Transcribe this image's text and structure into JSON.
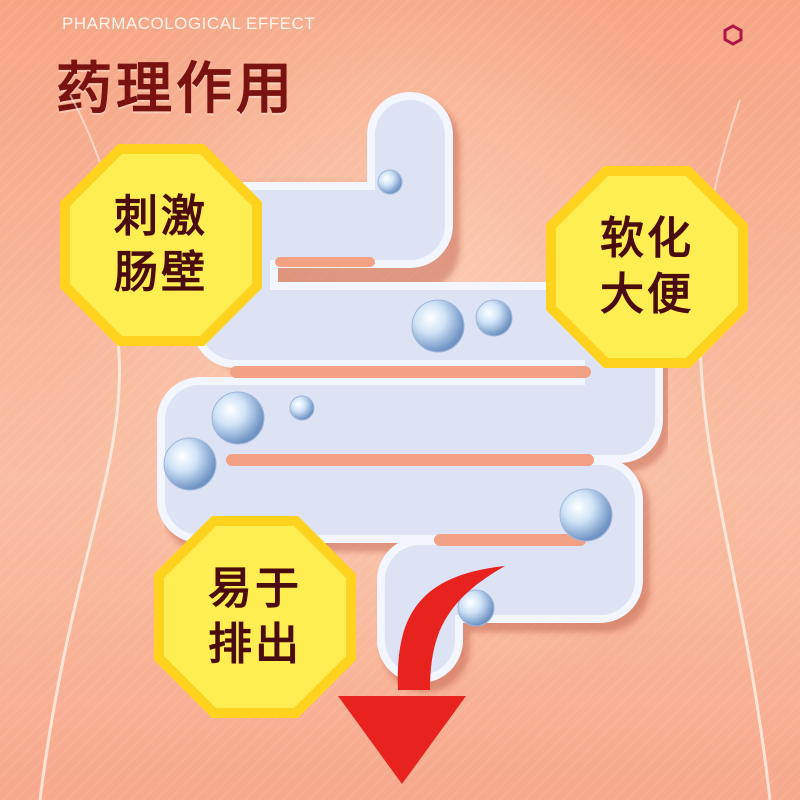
{
  "header": {
    "subtitle": "PHARMACOLOGICAL EFFECT",
    "title": "药理作用"
  },
  "badges": [
    {
      "line1": "刺激",
      "line2": "肠壁"
    },
    {
      "line1": "软化",
      "line2": "大便"
    },
    {
      "line1": "易于",
      "line2": "排出"
    }
  ],
  "colors": {
    "title": "#7a1212",
    "badge_fill": "#ffe83a",
    "badge_text": "#4a0c0c",
    "arrow": "#ec1c1c",
    "intestine": "#dfe4f6"
  },
  "icons": [
    "hexagon-icon",
    "intestine-illustration",
    "bubble-icon",
    "down-arrow-icon"
  ]
}
